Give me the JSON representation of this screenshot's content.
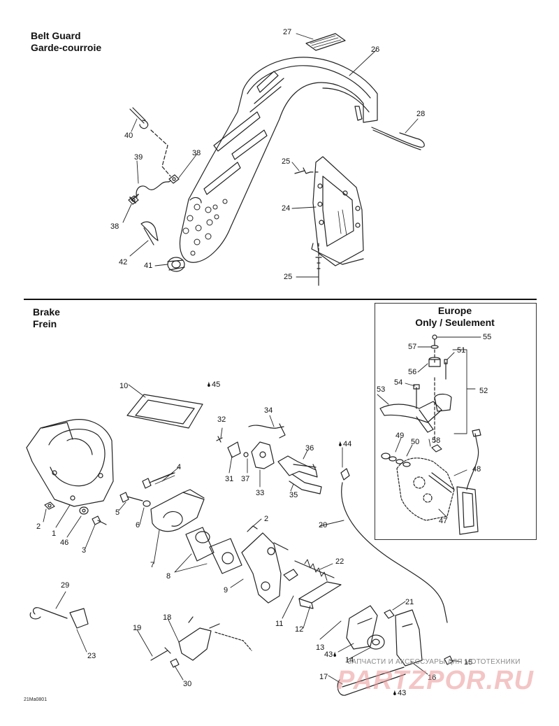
{
  "sections": {
    "belt_guard": {
      "title_en": "Belt Guard",
      "title_fr": "Garde-courroie"
    },
    "brake": {
      "title_en": "Brake",
      "title_fr": "Frein"
    },
    "europe_box": {
      "line1": "Europe",
      "line2": "Only / Seulement"
    }
  },
  "callouts": {
    "c27": "27",
    "c26": "26",
    "c28": "28",
    "c40": "40",
    "c38a": "38",
    "c39": "39",
    "c25a": "25",
    "c24": "24",
    "c38b": "38",
    "c42": "42",
    "c41": "41",
    "c25b": "25",
    "c55": "55",
    "c57": "57",
    "c51": "51",
    "c56": "56",
    "c54": "54",
    "c53": "53",
    "c52": "52",
    "c49": "49",
    "c50": "50",
    "c58": "58",
    "c48": "48",
    "c47": "47",
    "c10": "10",
    "c45": "45",
    "c34": "34",
    "c32": "32",
    "c36": "36",
    "c44": "44",
    "c31": "31",
    "c37": "37",
    "c33": "33",
    "c35": "35",
    "c4": "4",
    "c5": "5",
    "c6": "6",
    "c2a": "2",
    "c1": "1",
    "c46": "46",
    "c3": "3",
    "c7": "7",
    "c2b": "2",
    "c8": "8",
    "c20": "20",
    "c22": "22",
    "c9": "9",
    "c11": "11",
    "c12": "12",
    "c21": "21",
    "c13": "13",
    "c29": "29",
    "c18": "18",
    "c19": "19",
    "c23": "23",
    "c30": "30",
    "c43a": "43",
    "c14": "14",
    "c15": "15",
    "c16": "16",
    "c17": "17",
    "c43b": "43"
  },
  "drop_symbol": "🌢",
  "diagram_code": "21Ma0801",
  "watermark": {
    "text_ru": "ЗАПЧАСТИ И АКСЕССУАРЫ ДЛЯ МОТОТЕХНИКИ",
    "logo": "PARTZPOR.RU",
    "logo_color": "#eb9696"
  }
}
